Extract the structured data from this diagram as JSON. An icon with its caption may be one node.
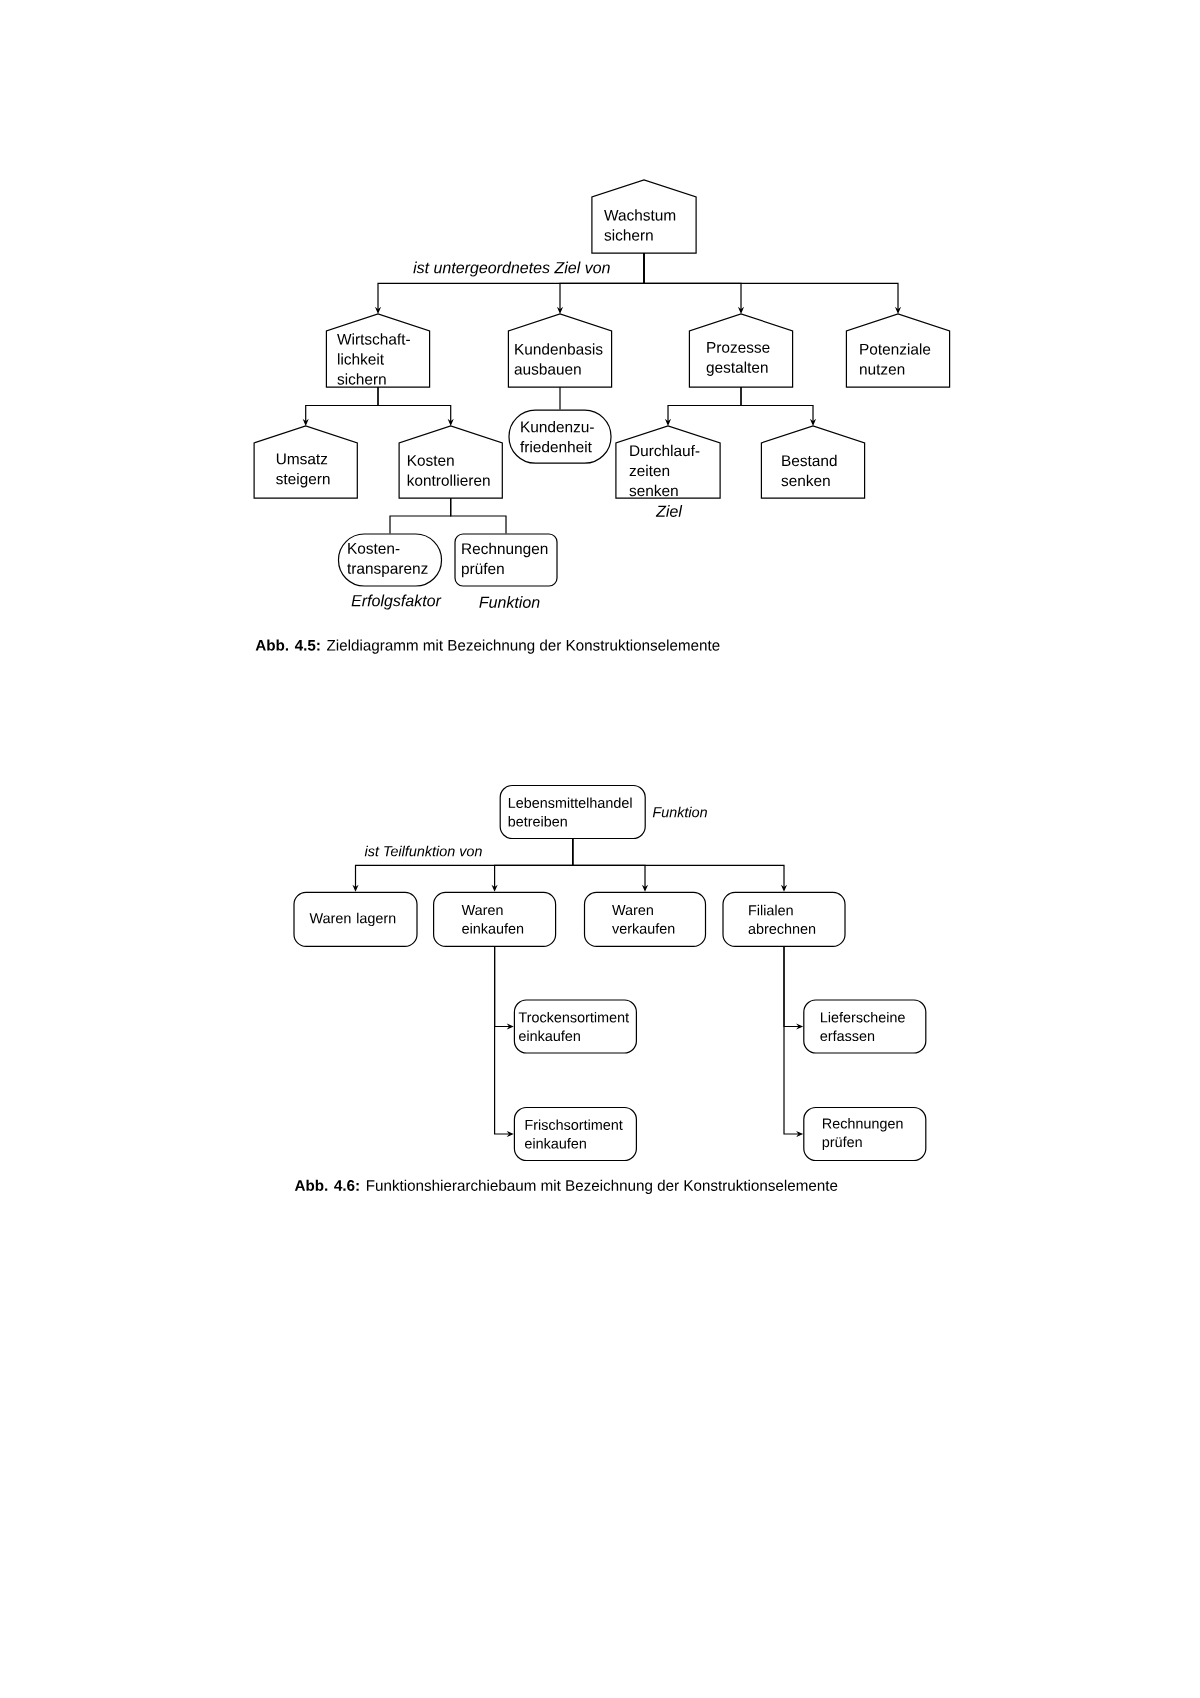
{
  "diagram": {
    "nodes": [
      {
        "text": [
          "Wachstum sichern"
        ]
      },
      {
        "text": [
          "Wirtschaft- lichkeit sichern"
        ]
      },
      {
        "text": [
          "Kundenbasis ausbauen"
        ]
      },
      {
        "text": [
          "Prozesse gestalten"
        ]
      },
      {
        "text": [
          "Potenziale nutzen"
        ]
      },
      {
        "text": [
          "Umsatz steigern"
        ]
      },
      {
        "text": [
          "Kosten kontrollieren"
        ]
      },
      {
        "text": [
          "Kundenzu- friedenheit"
        ]
      },
      {
        "text": [
          "Durchlauf- zeiten senken"
        ],
        "beside": [
          "Ziel"
        ]
      },
      {
        "text": [
          "Bestand senken"
        ]
      },
      {
        "text": [
          "Kosten- transparenz"
        ],
        "beside": [
          "Erfolgsfaktor"
        ]
      },
      {
        "text": [
          "Rechnungen prüfen"
        ],
        "beside": [
          "Funktion"
        ]
      },
      {
        "text": [
          "Lebensmittelhandel betreiben"
        ],
        "beside": [
          "Funktion"
        ]
      },
      {
        "text": [
          "Waren lagern"
        ]
      },
      {
        "text": [
          "Waren einkaufen"
        ]
      },
      {
        "text": [
          "Waren verkaufen"
        ]
      },
      {
        "text": [
          "Filialen abrechnen"
        ]
      },
      {
        "text": [
          "Trockensortiment einkaufen"
        ]
      },
      {
        "text": [
          "Lieferscheine erfassen"
        ]
      },
      {
        "text": [
          "Frischsortiment einkaufen"
        ]
      },
      {
        "text": [
          "Rechnungen prüfen"
        ]
      }
    ],
    "edges": [
      {
        "from": 0,
        "to": 1,
        "arrow": "to",
        "label": "ist untergeordnetes Ziel von"
      },
      {
        "from": 0,
        "to": 2,
        "arrow": "to"
      },
      {
        "from": 0,
        "to": 3,
        "arrow": "to"
      },
      {
        "from": 0,
        "to": 4,
        "arrow": "to"
      },
      {
        "from": 1,
        "to": 5,
        "arrow": "to"
      },
      {
        "from": 1,
        "to": 6,
        "arrow": "to"
      },
      {
        "from": 2,
        "to": 7,
        "arrow": "none"
      },
      {
        "from": 3,
        "to": 8,
        "arrow": "to"
      },
      {
        "from": 3,
        "to": 9,
        "arrow": "to"
      },
      {
        "from": 6,
        "to": 10,
        "arrow": "none"
      },
      {
        "from": 6,
        "to": 11,
        "arrow": "none"
      },
      {
        "from": 12,
        "to": 13,
        "arrow": "to",
        "label": "ist Teilfunktion von"
      },
      {
        "from": 12,
        "to": 14,
        "arrow": "to"
      },
      {
        "from": 12,
        "to": 15,
        "arrow": "to"
      },
      {
        "from": 12,
        "to": 16,
        "arrow": "to"
      },
      {
        "from": 14,
        "to": 17,
        "arrow": "to"
      },
      {
        "from": 14,
        "to": 19,
        "arrow": "to"
      },
      {
        "from": 16,
        "to": 18,
        "arrow": "to"
      },
      {
        "from": 16,
        "to": 20,
        "arrow": "to"
      }
    ],
    "labels": [
      "**Abb. 4.5:** Zieldiagramm mit Bezeichnung der Konstruktionselemente",
      "**Abb. 4.6:** Funktionshierarchiebaum mit Bezeichnung der Konstruktionselemente"
    ]
  }
}
